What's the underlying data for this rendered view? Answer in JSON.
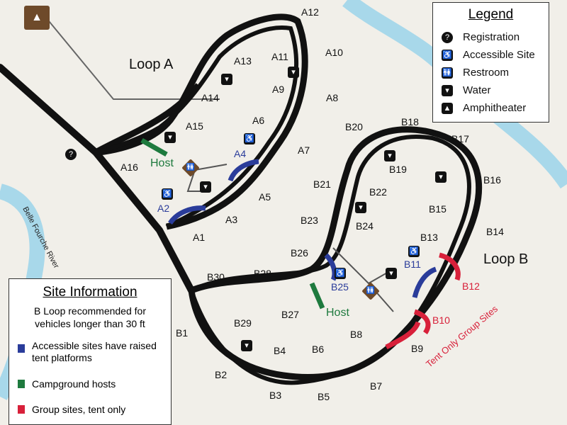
{
  "map_title_labels": {
    "loop_a": "Loop A",
    "loop_b": "Loop B",
    "host_a": "Host",
    "host_b": "Host",
    "river": "Belle Fourche River",
    "group_sites": "Tent Only Group Sites"
  },
  "sites_a": [
    "A1",
    "A2",
    "A3",
    "A4",
    "A5",
    "A6",
    "A7",
    "A8",
    "A9",
    "A10",
    "A11",
    "A12",
    "A13",
    "A14",
    "A15",
    "A16"
  ],
  "sites_b": [
    "B1",
    "B2",
    "B3",
    "B4",
    "B5",
    "B6",
    "B7",
    "B8",
    "B9",
    "B10",
    "B11",
    "B12",
    "B13",
    "B14",
    "B15",
    "B16",
    "B17",
    "B18",
    "B19",
    "B20",
    "B21",
    "B22",
    "B23",
    "B24",
    "B25",
    "B26",
    "B27",
    "B28",
    "B29",
    "B30"
  ],
  "accessible_sites": [
    "A2",
    "A4",
    "B11",
    "B25"
  ],
  "group_sites": [
    "B9",
    "B10",
    "B12"
  ],
  "legend": {
    "title": "Legend",
    "items": [
      {
        "icon": "registration-icon",
        "glyph": "?",
        "label": "Registration"
      },
      {
        "icon": "accessible-icon",
        "glyph": "♿",
        "label": "Accessible Site"
      },
      {
        "icon": "restroom-icon",
        "glyph": "🚻",
        "label": "Restroom"
      },
      {
        "icon": "water-icon",
        "glyph": "▾",
        "label": "Water"
      },
      {
        "icon": "amphitheater-icon",
        "glyph": "▲",
        "label": "Amphitheater"
      }
    ]
  },
  "site_info": {
    "title": "Site Information",
    "note": "B Loop recommended for vehicles longer than 30 ft",
    "items": [
      {
        "color": "#2a3c9a",
        "label": "Accessible sites have raised tent platforms"
      },
      {
        "color": "#1e7a3e",
        "label": "Campground hosts"
      },
      {
        "color": "#d8203a",
        "label": "Group sites, tent only"
      }
    ]
  },
  "colors": {
    "road": "#111111",
    "river": "#a8d8ea",
    "accessible": "#2a3c9a",
    "host": "#1e7a3e",
    "group": "#d8203a",
    "amenity_brown": "#6e4a2a"
  }
}
